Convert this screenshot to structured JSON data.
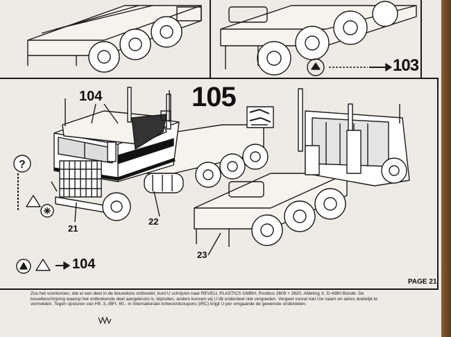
{
  "steps": {
    "main": "105",
    "next": "103"
  },
  "part_numbers": {
    "cab": "104",
    "bumper": "21",
    "tank": "22",
    "rear_bumper": "23",
    "legend_number": "104"
  },
  "footer": {
    "text": "Zou het voorkomen, dat er een deel in de bouwdoos ontbreekt, kunt U schrijven naar REVELL PLASTICS GMBH, Postbus 2609 + 2620, Afdeling X, D-4980 Bünde. De bouwbeschrijving waarop het ontbrekende deel aangekruist is, bijsluiten, anders kunnen wij U dit onderdeel niet vergoeden. Vergeet vooral niet Uw naam en adres duidelijk te vermelden. Tegen opsturen van Hfl. 3,-/BFr. 60,- in internationale Antwoordcoupons (IRC) krijgt U per omgaande de gewenste onderdelen.",
    "page": "PAGE 21"
  },
  "colors": {
    "paper": "#ecebe6",
    "ink": "#111111",
    "wood": "#6b4a2a"
  },
  "icons": [
    "question-icon",
    "warning-triangle-icon",
    "asterisk-icon",
    "glue-tube-icon",
    "arrow-right-icon"
  ]
}
